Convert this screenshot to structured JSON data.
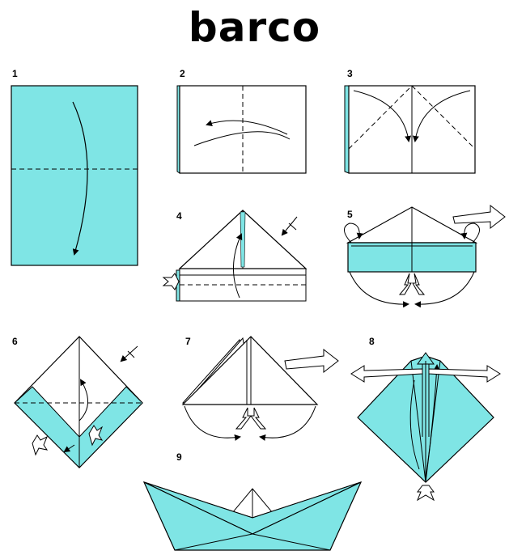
{
  "title": "barco",
  "steps": [
    "1",
    "2",
    "3",
    "4",
    "5",
    "6",
    "7",
    "8",
    "9"
  ],
  "colors": {
    "paper": "#7fe5e5",
    "paper_back": "#ffffff",
    "line": "#000000"
  }
}
